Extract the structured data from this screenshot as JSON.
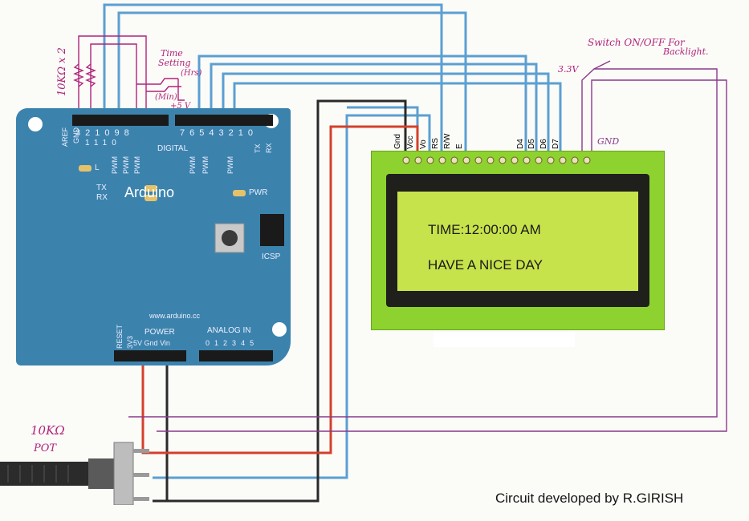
{
  "arduino": {
    "brand": "Arduino",
    "url": "www.arduino.cc",
    "digital_label": "DIGITAL",
    "power_label": "POWER",
    "analog_label": "ANALOG IN",
    "icsp_label": "ICSP",
    "pwr_led_label": "PWR",
    "l_led_label": "L",
    "tx_led_label": "TX",
    "rx_led_label": "RX",
    "aref": "AREF",
    "gnd": "GND",
    "reset": "RESET",
    "pin_3v3": "3V3",
    "pin_5v": "5V",
    "pin_gnd": "Gnd",
    "pin_vin": "Vin",
    "digital_pins_top": [
      "3",
      "2",
      "1",
      "0",
      "9",
      "8",
      "7",
      "6",
      "5",
      "4",
      "3",
      "2",
      "1",
      "0"
    ],
    "digital_pins_bottom": [
      "1",
      "1",
      "1",
      "0"
    ],
    "tx_pin": "TX",
    "rx_pin": "RX",
    "pwm": "PWM",
    "analog_pins": [
      "0",
      "1",
      "2",
      "3",
      "4",
      "5"
    ]
  },
  "lcd": {
    "line1": "TIME:12:00:00 AM",
    "line2": "HAVE A NICE DAY",
    "pin_labels": [
      "Gnd",
      "Vcc",
      "Vo",
      "RS",
      "R/W",
      "E",
      "D4",
      "D5",
      "D6",
      "D7"
    ]
  },
  "annotations": {
    "resistors": "10KΩ x 2",
    "time_setting_1": "Time",
    "time_setting_2": "Setting",
    "hrs": "(Hrs)",
    "min": "(Min)",
    "plus5v": "+5 V",
    "backlight_1": "Switch ON/OFF For",
    "backlight_2": "Backlight.",
    "v33": "3.3V",
    "gnd_hand": "GND",
    "pot_1": "10KΩ",
    "pot_2": "POT"
  },
  "credit": "Circuit developed by R.GIRISH",
  "colors": {
    "board": "#3b83ad",
    "lcd_pcb": "#8dd22e",
    "lcd_screen": "#c7e34c",
    "wire_blue": "#5b9fd2",
    "wire_red": "#d4402a",
    "wire_black": "#2a2a2a",
    "wire_purple": "#8a3a8a",
    "ink_magenta": "#b0247a"
  }
}
